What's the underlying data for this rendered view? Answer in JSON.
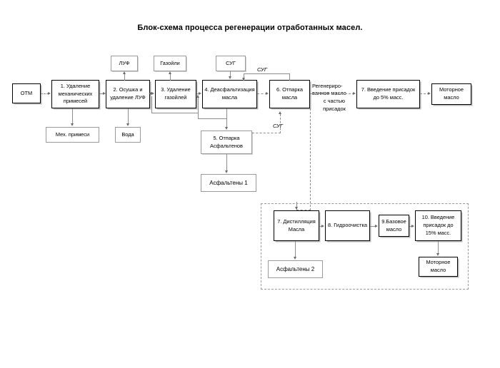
{
  "title": "Блок-схема процесса регенерации отработанных масел.",
  "nodes": {
    "feed": {
      "label": "ОТМ"
    },
    "step1": {
      "label": "1. Удаление механических примесей"
    },
    "step2": {
      "label": "2. Осушка и удаление ЛУФ"
    },
    "step3": {
      "label": "3. Удаление газойлей"
    },
    "step4": {
      "label": "4. Деасфальтизация масла"
    },
    "step5": {
      "label": "5. Отпарка Асфальтенов"
    },
    "step6": {
      "label": "6. Отпарка масла"
    },
    "step7_additives": {
      "label": "7. Введение присадок до 5% масс."
    },
    "step7_distillation": {
      "label": "7. Дистилляция Масла"
    },
    "step8": {
      "label": "8. Гидроочистка"
    },
    "step9": {
      "label": "9.Базовое масло"
    },
    "step10": {
      "label": "10. Введение присадок до 15% масс."
    },
    "mech_impurities": {
      "label": "Мех. примеси"
    },
    "water": {
      "label": "Вода"
    },
    "luf": {
      "label": "ЛУФ"
    },
    "gasoils": {
      "label": "Газойли"
    },
    "lpg_top": {
      "label": "СУГ"
    },
    "asphaltenes1": {
      "label": "Асфальтены 1"
    },
    "asphaltenes2": {
      "label": "Асфальтены 2"
    },
    "motor_oil_top": {
      "label": "Моторное масло"
    },
    "motor_oil_bottom": {
      "label": "Моторное масло"
    }
  },
  "edge_labels": {
    "lpg_recycle_upper": "СУГ",
    "lpg_recycle_lower": "СУГ",
    "regenerated_oil": "Регенериро-\nванное масло\nс частью\nприсадок",
    "regenerated_oil_l1": "Регенериро-",
    "regenerated_oil_l2": "ванное масло",
    "regenerated_oil_l3": "с частью",
    "regenerated_oil_l4": "присадок"
  },
  "colors": {
    "background": "#ffffff",
    "text": "#000000",
    "strong_border": "#000000",
    "light_border": "#9a9a9a",
    "connector": "#8d8d8d",
    "shadow": "#c9c9c9"
  }
}
